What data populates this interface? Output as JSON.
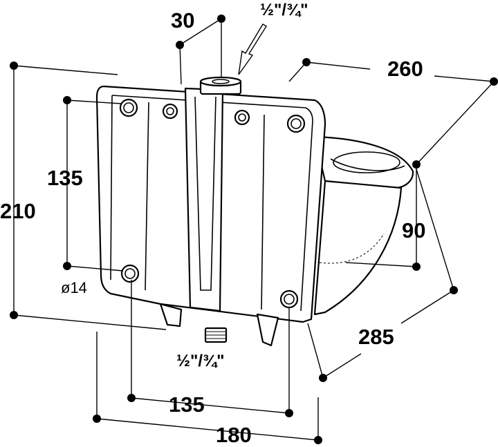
{
  "dimensions": {
    "total_height": "210",
    "hole_spacing_vertical": "135",
    "hole_diameter": "ø14",
    "hole_spacing_horizontal": "135",
    "width": "180",
    "bowl_depth": "90",
    "length": "285",
    "rear_width": "260",
    "top_offset": "30",
    "top_connection": "½\"/¾\"",
    "bottom_connection": "½\"/¾\""
  }
}
